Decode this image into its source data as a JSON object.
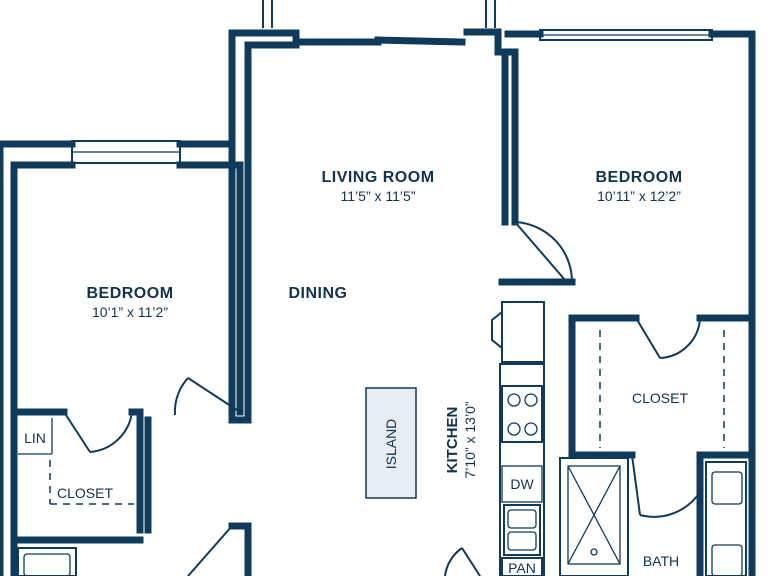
{
  "rooms": {
    "living_room": {
      "name": "LIVING ROOM",
      "dims": "11’5” x 11’5”"
    },
    "bedroom_right": {
      "name": "BEDROOM",
      "dims": "10’11” x 12’2”"
    },
    "bedroom_left": {
      "name": "BEDROOM",
      "dims": "10’1” x 11’2”"
    },
    "dining": {
      "name": "DINING"
    },
    "island": {
      "name": "ISLAND"
    },
    "kitchen": {
      "name": "KITCHEN",
      "dims": "7’10” x 13’0”"
    },
    "closet_right": {
      "name": "CLOSET"
    },
    "closet_left": {
      "name": "CLOSET"
    },
    "linen": {
      "name": "LIN"
    },
    "dishwasher": {
      "name": "DW"
    },
    "pantry": {
      "name": "PAN"
    },
    "bath": {
      "name": "BATH"
    }
  },
  "colors": {
    "wall": "#0f3a5a",
    "text": "#12324e",
    "fixture_fill": "#e8edf3",
    "background": "#ffffff"
  }
}
